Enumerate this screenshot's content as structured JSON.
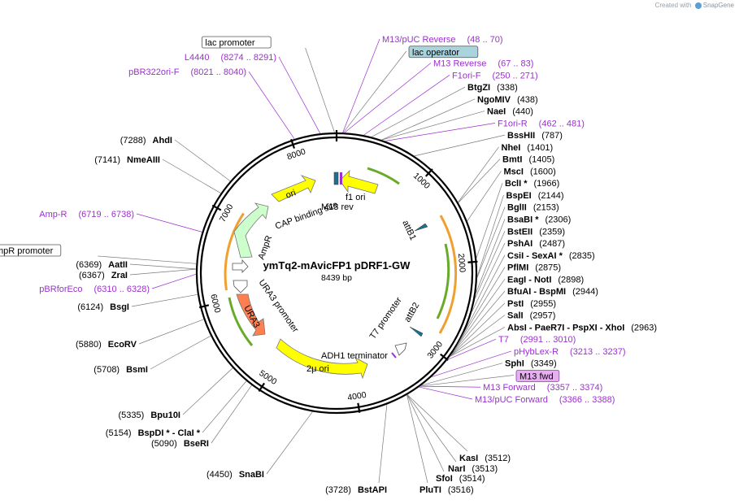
{
  "credit": {
    "prefix": "Created with",
    "brand": "SnapGene"
  },
  "plasmid": {
    "name": "ymTq2-mAvicFP1 pDRF1-GW",
    "size": "8439 bp",
    "length": 8439
  },
  "colors": {
    "enzyme": "#000000",
    "primer": "#9b30d0",
    "leader": "#7a7a7a",
    "backbone": "#000000",
    "ori": "#ffff00",
    "ampR": "#ccffcc",
    "ura3": "#ff7f50",
    "orange_arc": "#f0a030",
    "green_arc": "#6aaa2a"
  },
  "ticks": [
    {
      "bp": 1000,
      "label": "1000"
    },
    {
      "bp": 2000,
      "label": "2000"
    },
    {
      "bp": 3000,
      "label": "3000"
    },
    {
      "bp": 4000,
      "label": "4000"
    },
    {
      "bp": 5000,
      "label": "5000"
    },
    {
      "bp": 6000,
      "label": "6000"
    },
    {
      "bp": 7000,
      "label": "7000"
    },
    {
      "bp": 8000,
      "label": "8000"
    }
  ],
  "right_labels": [
    {
      "kind": "primer",
      "text": "M13/pUC Reverse",
      "range": "(48 .. 70)",
      "bp": 59
    },
    {
      "kind": "boxed-blue",
      "text": "lac operator",
      "range": "",
      "bp": 64
    },
    {
      "kind": "primer",
      "text": "M13 Reverse",
      "range": "(67 .. 83)",
      "bp": 75
    },
    {
      "kind": "primer",
      "text": "F1ori-F",
      "range": "(250 .. 271)",
      "bp": 260
    },
    {
      "kind": "enzyme",
      "text": "BtgZI",
      "pos": "(338)",
      "bp": 338
    },
    {
      "kind": "enzyme",
      "text": "NgoMIV",
      "pos": "(438)",
      "bp": 438
    },
    {
      "kind": "enzyme",
      "text": "NaeI",
      "pos": "(440)",
      "bp": 440
    },
    {
      "kind": "primer",
      "text": "F1ori-R",
      "range": "(462 .. 481)",
      "bp": 471
    },
    {
      "kind": "enzyme",
      "text": "BssHII",
      "pos": "(787)",
      "bp": 787
    },
    {
      "kind": "enzyme",
      "text": "NheI",
      "pos": "(1401)",
      "bp": 1401
    },
    {
      "kind": "enzyme",
      "text": "BmtI",
      "pos": "(1405)",
      "bp": 1405
    },
    {
      "kind": "enzyme",
      "text": "MscI",
      "pos": "(1600)",
      "bp": 1600
    },
    {
      "kind": "enzyme",
      "text": "BclI *",
      "pos": "(1966)",
      "bp": 1966
    },
    {
      "kind": "enzyme",
      "text": "BspEI",
      "pos": "(2144)",
      "bp": 2144
    },
    {
      "kind": "enzyme",
      "text": "BglII",
      "pos": "(2153)",
      "bp": 2153
    },
    {
      "kind": "enzyme",
      "text": "BsaBI *",
      "pos": "(2306)",
      "bp": 2306
    },
    {
      "kind": "enzyme",
      "text": "BstEII",
      "pos": "(2359)",
      "bp": 2359
    },
    {
      "kind": "enzyme",
      "text": "PshAI",
      "pos": "(2487)",
      "bp": 2487
    },
    {
      "kind": "enzyme",
      "text": "CsiI   - SexAI *",
      "pos": "(2835)",
      "bp": 2835
    },
    {
      "kind": "enzyme",
      "text": "PflMI",
      "pos": "(2875)",
      "bp": 2875
    },
    {
      "kind": "enzyme",
      "text": "EagI  - NotI",
      "pos": "(2898)",
      "bp": 2898
    },
    {
      "kind": "enzyme",
      "text": "BfuAI  - BspMI",
      "pos": "(2944)",
      "bp": 2944
    },
    {
      "kind": "enzyme",
      "text": "PstI",
      "pos": "(2955)",
      "bp": 2955
    },
    {
      "kind": "enzyme",
      "text": "SalI",
      "pos": "(2957)",
      "bp": 2957
    },
    {
      "kind": "enzyme",
      "text": "AbsI   - PaeR7I   - PspXI   - XhoI",
      "pos": "(2963)",
      "bp": 2963
    },
    {
      "kind": "primer",
      "text": "T7",
      "range": "(2991 .. 3010)",
      "bp": 3000
    },
    {
      "kind": "primer",
      "text": "pHybLex-R",
      "range": "(3213 .. 3237)",
      "bp": 3225
    },
    {
      "kind": "enzyme",
      "text": "SphI",
      "pos": "(3349)",
      "bp": 3349
    },
    {
      "kind": "boxed-purple",
      "text": "M13 fwd",
      "range": "",
      "bp": 3362
    },
    {
      "kind": "primer",
      "text": "M13 Forward",
      "range": "(3357 .. 3374)",
      "bp": 3365
    },
    {
      "kind": "primer",
      "text": "M13/pUC Forward",
      "range": "(3366 .. 3388)",
      "bp": 3377
    }
  ],
  "bottom_labels": [
    {
      "kind": "enzyme",
      "text": "KasI",
      "pos": "(3512)",
      "bp": 3512
    },
    {
      "kind": "enzyme",
      "text": "NarI",
      "pos": "(3513)",
      "bp": 3513
    },
    {
      "kind": "enzyme",
      "text": "SfoI",
      "pos": "(3514)",
      "bp": 3514
    },
    {
      "kind": "enzyme",
      "text": "PluTI",
      "pos": "(3516)",
      "bp": 3516
    },
    {
      "kind": "enzyme",
      "text": "BstAPI",
      "pos": "(3728)",
      "bp": 3728
    }
  ],
  "left_labels": [
    {
      "kind": "enzyme",
      "text": "SnaBI",
      "pos": "(4450)",
      "bp": 4450
    },
    {
      "kind": "enzyme",
      "text": "BseRI",
      "pos": "(5090)",
      "bp": 5090
    },
    {
      "kind": "enzyme",
      "text": "BspDI *  - ClaI *",
      "pos": "(5154)",
      "bp": 5154
    },
    {
      "kind": "enzyme",
      "text": "Bpu10I",
      "pos": "(5335)",
      "bp": 5335
    },
    {
      "kind": "enzyme",
      "text": "BsmI",
      "pos": "(5708)",
      "bp": 5708
    },
    {
      "kind": "enzyme",
      "text": "EcoRV",
      "pos": "(5880)",
      "bp": 5880
    },
    {
      "kind": "enzyme",
      "text": "BsgI",
      "pos": "(6124)",
      "bp": 6124
    },
    {
      "kind": "primer",
      "text": "pBRforEco",
      "range": "(6310 .. 6328)",
      "bp": 6319
    },
    {
      "kind": "enzyme",
      "text": "ZraI",
      "pos": "(6367)",
      "bp": 6367
    },
    {
      "kind": "enzyme",
      "text": "AatII",
      "pos": "(6369)",
      "bp": 6369
    },
    {
      "kind": "boxed-white",
      "text": "AmpR promoter",
      "range": "",
      "bp": 6420
    },
    {
      "kind": "primer",
      "text": "Amp-R",
      "range": "(6719 .. 6738)",
      "bp": 6728
    },
    {
      "kind": "enzyme",
      "text": "NmeAIII",
      "pos": "(7141)",
      "bp": 7141
    },
    {
      "kind": "enzyme",
      "text": "AhdI",
      "pos": "(7288)",
      "bp": 7288
    },
    {
      "kind": "primer",
      "text": "pBR322ori-F",
      "range": "(8021 .. 8040)",
      "bp": 8030
    },
    {
      "kind": "primer",
      "text": "L4440",
      "range": "(8274 .. 8291)",
      "bp": 8282
    },
    {
      "kind": "boxed-white",
      "text": "lac promoter",
      "range": "",
      "bp": 8420
    }
  ],
  "inner_labels": [
    {
      "text": "ori",
      "color": "#000000"
    },
    {
      "text": "f1 ori",
      "color": "#000000"
    },
    {
      "text": "CAP binding site",
      "color": "#000000"
    },
    {
      "text": "M13 rev",
      "color": "#000000"
    },
    {
      "text": "attB1",
      "color": "#000000"
    },
    {
      "text": "AmpR",
      "color": "#000000"
    },
    {
      "text": "URA3 promoter",
      "color": "#000000"
    },
    {
      "text": "URA3",
      "color": "#000000"
    },
    {
      "text": "T7 promoter",
      "color": "#000000"
    },
    {
      "text": "attB2",
      "color": "#000000"
    },
    {
      "text": "ADH1 terminator",
      "color": "#000000"
    },
    {
      "text": "2μ ori",
      "color": "#000000"
    }
  ]
}
